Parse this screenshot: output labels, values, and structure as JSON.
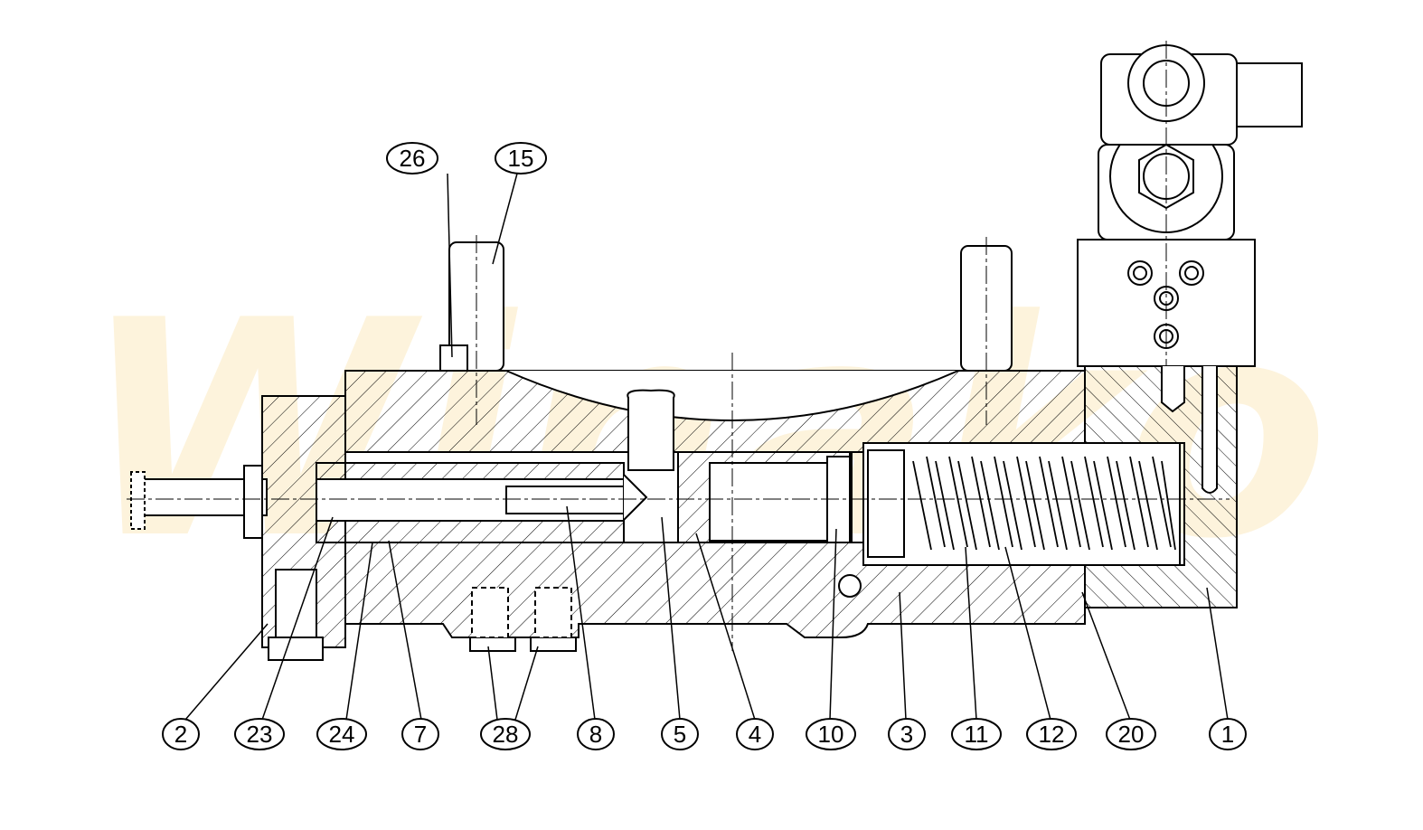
{
  "watermark": {
    "text": "Winako"
  },
  "callouts_top": [
    "26",
    "15"
  ],
  "callouts_bottom": [
    "2",
    "23",
    "24",
    "7",
    "28",
    "8",
    "5",
    "4",
    "10",
    "3",
    "11",
    "12",
    "20",
    "1"
  ],
  "colors": {
    "line": "#000000",
    "background": "#ffffff",
    "watermark": "#fdf6e3"
  }
}
